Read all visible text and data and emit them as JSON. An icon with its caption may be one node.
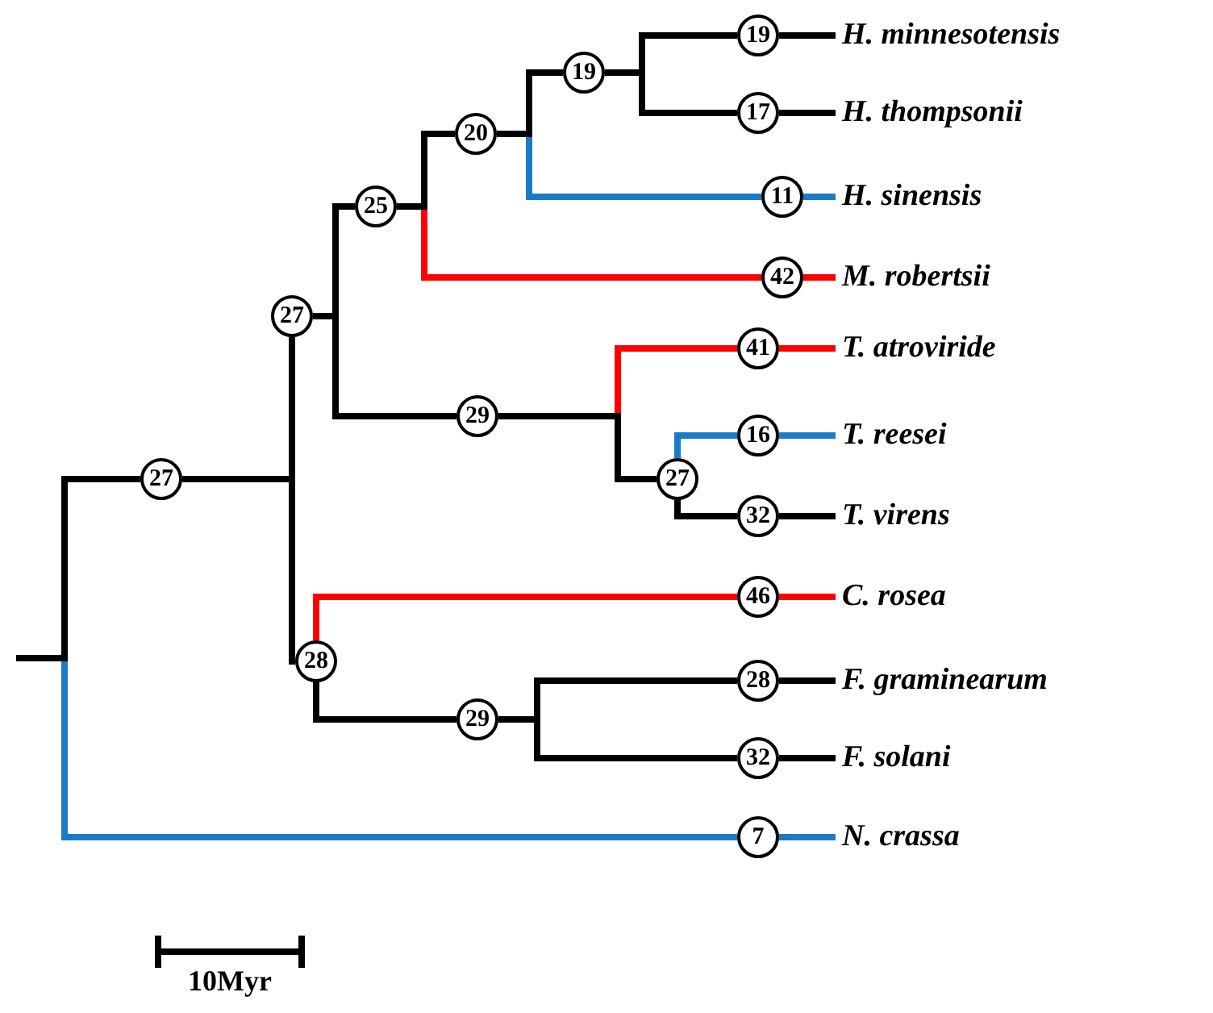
{
  "diagram": {
    "nodes": [
      {
        "text": [
          "27"
        ]
      },
      {
        "text": [
          "27"
        ]
      },
      {
        "text": [
          "25"
        ]
      },
      {
        "text": [
          "20"
        ]
      },
      {
        "text": [
          "19"
        ]
      },
      {
        "text": [
          "19"
        ]
      },
      {
        "text": [
          "H. minnesotensis"
        ]
      },
      {
        "text": [
          "17"
        ]
      },
      {
        "text": [
          "H. thompsonii"
        ]
      },
      {
        "text": [
          "11"
        ]
      },
      {
        "text": [
          "H. sinensis"
        ]
      },
      {
        "text": [
          "42"
        ]
      },
      {
        "text": [
          "M. robertsii"
        ]
      },
      {
        "text": [
          "29"
        ]
      },
      {
        "text": [
          "41"
        ]
      },
      {
        "text": [
          "T. atroviride"
        ]
      },
      {
        "text": [
          "27"
        ]
      },
      {
        "text": [
          "16"
        ]
      },
      {
        "text": [
          "T. reesei"
        ]
      },
      {
        "text": [
          "32"
        ]
      },
      {
        "text": [
          "T. virens"
        ]
      },
      {
        "text": [
          "28"
        ]
      },
      {
        "text": [
          "46"
        ]
      },
      {
        "text": [
          "C. rosea"
        ]
      },
      {
        "text": [
          "29"
        ]
      },
      {
        "text": [
          "28"
        ]
      },
      {
        "text": [
          "F. graminearum"
        ]
      },
      {
        "text": [
          "32"
        ]
      },
      {
        "text": [
          "F. solani"
        ]
      },
      {
        "text": [
          "7"
        ]
      },
      {
        "text": [
          "N. crassa"
        ]
      }
    ],
    "edges": [
      {
        "from": null,
        "to": 0,
        "arrow": "none"
      },
      {
        "from": null,
        "to": 29,
        "arrow": "none",
        "color": "#1a7bc9"
      },
      {
        "from": 0,
        "to": 1,
        "arrow": "none"
      },
      {
        "from": 1,
        "to": 2,
        "arrow": "none"
      },
      {
        "from": 2,
        "to": 3,
        "arrow": "none"
      },
      {
        "from": 3,
        "to": 4,
        "arrow": "none"
      },
      {
        "from": 4,
        "to": 5,
        "arrow": "none"
      },
      {
        "from": 5,
        "to": 6,
        "arrow": "none"
      },
      {
        "from": 4,
        "to": 7,
        "arrow": "none"
      },
      {
        "from": 7,
        "to": 8,
        "arrow": "none"
      },
      {
        "from": 3,
        "to": 9,
        "arrow": "none",
        "color": "#1a7bc9"
      },
      {
        "from": 9,
        "to": 10,
        "arrow": "none",
        "color": "#1a7bc9"
      },
      {
        "from": 2,
        "to": 11,
        "arrow": "none",
        "color": "#ff0000"
      },
      {
        "from": 11,
        "to": 12,
        "arrow": "none",
        "color": "#ff0000"
      },
      {
        "from": 1,
        "to": 13,
        "arrow": "none"
      },
      {
        "from": 13,
        "to": 14,
        "arrow": "none",
        "color": "#ff0000"
      },
      {
        "from": 14,
        "to": 15,
        "arrow": "none",
        "color": "#ff0000"
      },
      {
        "from": 13,
        "to": 16,
        "arrow": "none"
      },
      {
        "from": 16,
        "to": 17,
        "arrow": "none",
        "color": "#1a7bc9"
      },
      {
        "from": 17,
        "to": 18,
        "arrow": "none",
        "color": "#1a7bc9"
      },
      {
        "from": 16,
        "to": 19,
        "arrow": "none"
      },
      {
        "from": 19,
        "to": 20,
        "arrow": "none"
      },
      {
        "from": 0,
        "to": 21,
        "arrow": "none"
      },
      {
        "from": 21,
        "to": 22,
        "arrow": "none",
        "color": "#ff0000"
      },
      {
        "from": 22,
        "to": 23,
        "arrow": "none",
        "color": "#ff0000"
      },
      {
        "from": 21,
        "to": 24,
        "arrow": "none"
      },
      {
        "from": 24,
        "to": 25,
        "arrow": "none"
      },
      {
        "from": 25,
        "to": 26,
        "arrow": "none"
      },
      {
        "from": 24,
        "to": 27,
        "arrow": "none"
      },
      {
        "from": 27,
        "to": 28,
        "arrow": "none"
      },
      {
        "from": 29,
        "to": 30,
        "arrow": "none",
        "color": "#1a7bc9"
      }
    ],
    "labels": [
      "10Myr"
    ]
  }
}
